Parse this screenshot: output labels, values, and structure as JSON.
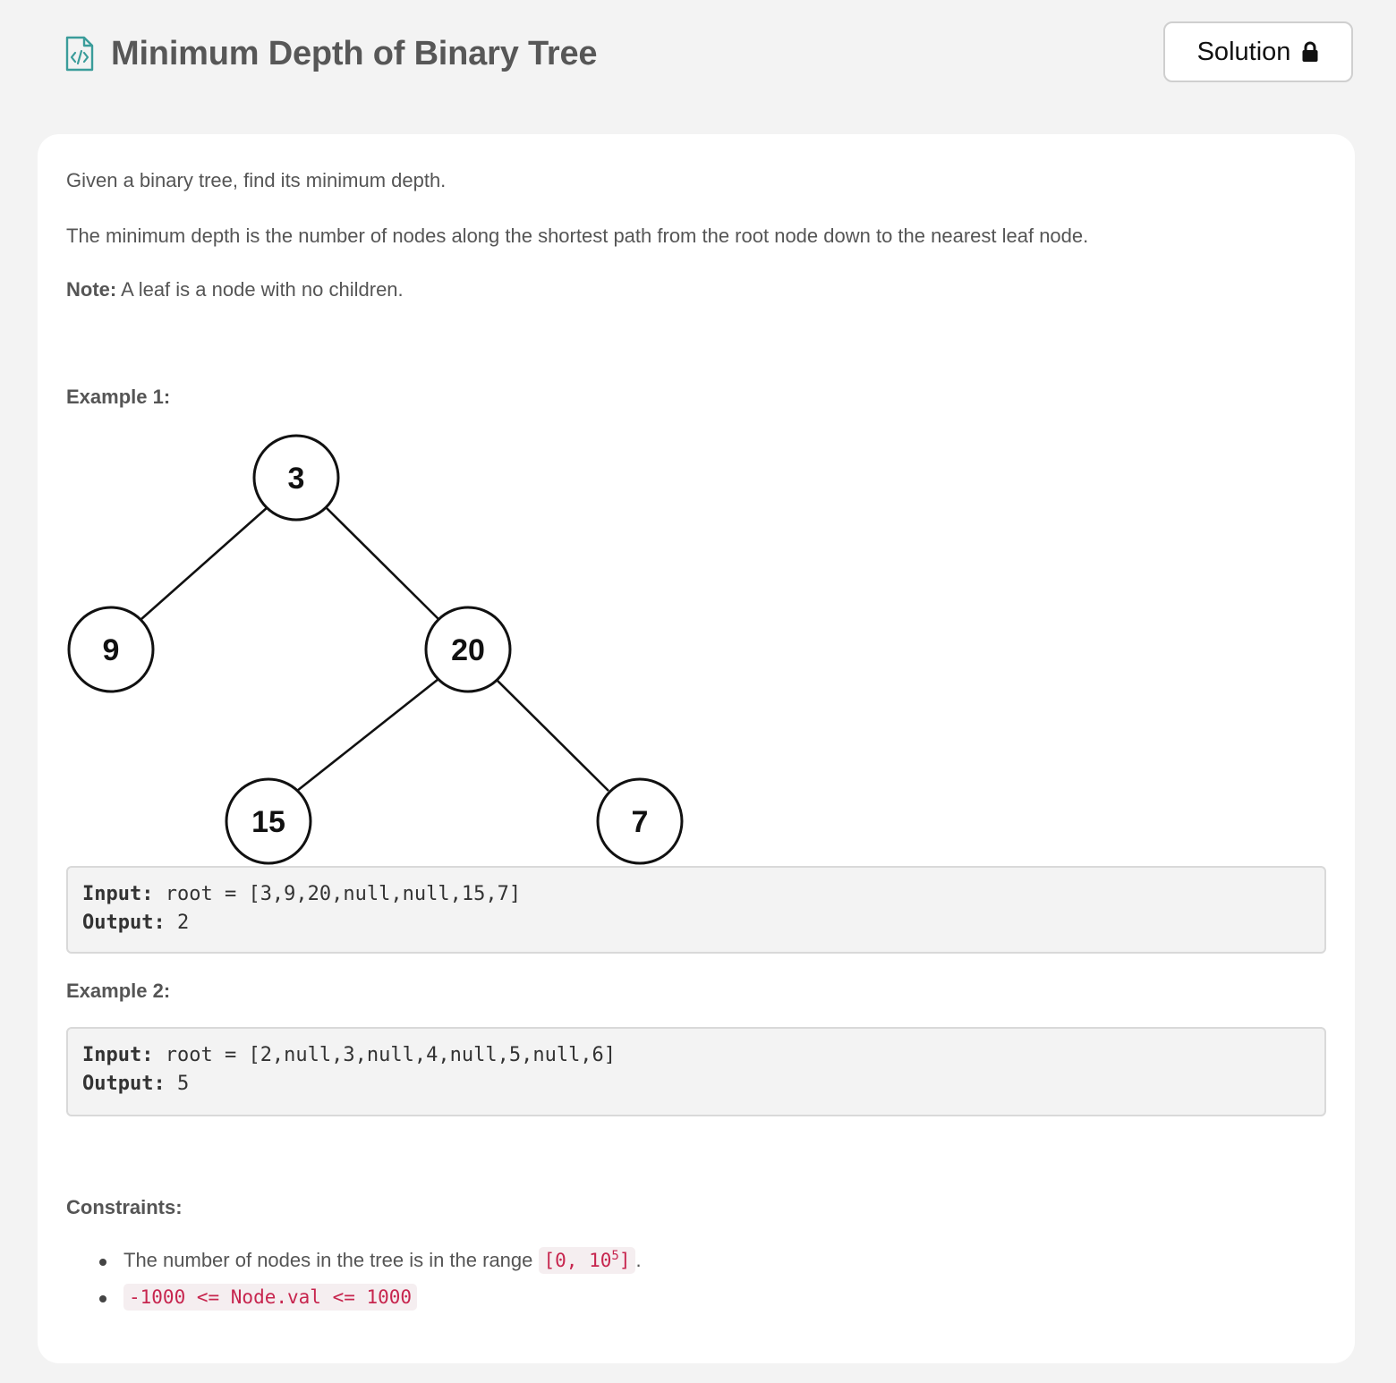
{
  "header": {
    "title": "Minimum Depth of Binary Tree",
    "icon": "code-file-icon",
    "solution_label": "Solution",
    "solution_icon": "lock-icon"
  },
  "description": {
    "p1": "Given a binary tree, find its minimum depth.",
    "p2": "The minimum depth is the number of nodes along the shortest path from the root node down to the nearest leaf node.",
    "note_label": "Note:",
    "note_text": " A leaf is a node with no children."
  },
  "examples": [
    {
      "heading": "Example 1:",
      "tree_nodes": [
        "3",
        "9",
        "20",
        "15",
        "7"
      ],
      "input_label": "Input:",
      "input_value": " root = [3,9,20,null,null,15,7]",
      "output_label": "Output:",
      "output_value": " 2"
    },
    {
      "heading": "Example 2:",
      "input_label": "Input:",
      "input_value": " root = [2,null,3,null,4,null,5,null,6]",
      "output_label": "Output:",
      "output_value": " 5"
    }
  ],
  "constraints": {
    "heading": "Constraints:",
    "item1_text": "The number of nodes in the tree is in the range ",
    "item1_code": "[0, 10",
    "item1_code_sup": "5",
    "item1_code_end": "]",
    "item1_suffix": ".",
    "item2_code": "-1000 <= Node.val <= 1000"
  },
  "colors": {
    "page_bg": "#f3f3f3",
    "card_bg": "#ffffff",
    "icon_accent": "#3a9c9a",
    "inline_code": "#c7254e"
  }
}
